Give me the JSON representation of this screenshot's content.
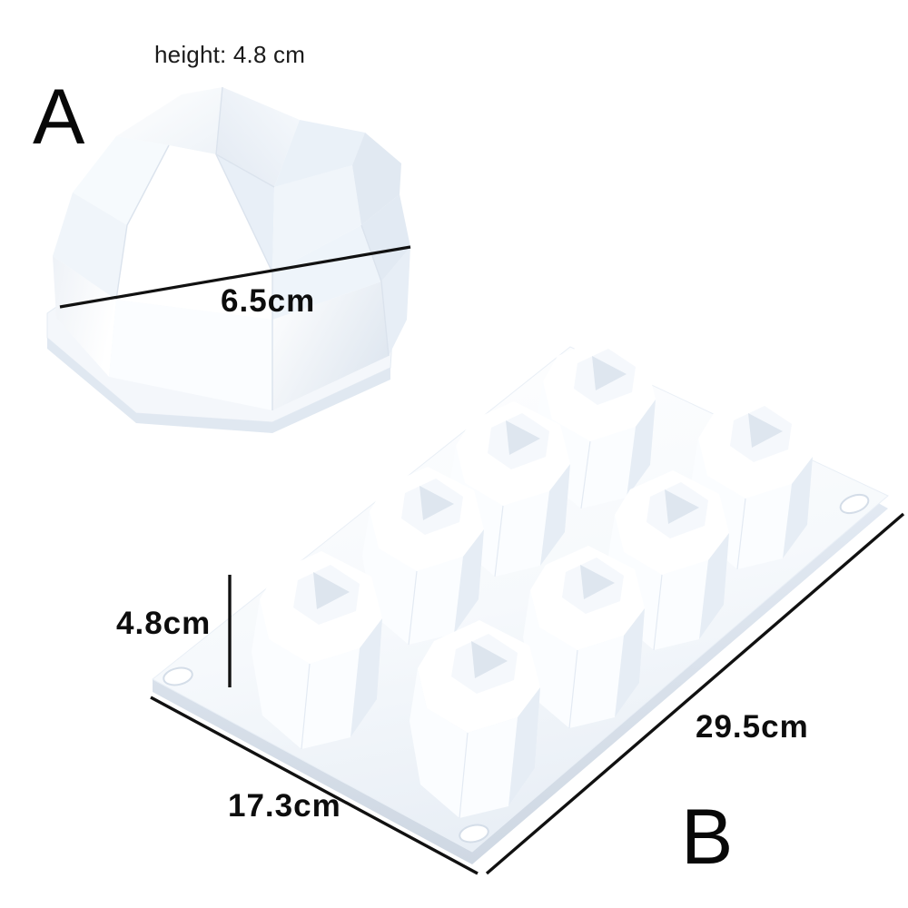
{
  "image": {
    "kind": "product-photo",
    "subject": "8-cavity faceted diamond house silicone baking mold",
    "background_color": "#ffffff"
  },
  "annotations": {
    "height_note": "height: 4.8 cm",
    "item_a_letter": "A",
    "item_b_letter": "B",
    "a_width_dim": "6.5cm",
    "b_height_dim": "4.8cm",
    "b_width_dim": "17.3cm",
    "b_length_dim": "29.5cm"
  },
  "colors": {
    "text": "#0d0d0d",
    "dimension_line": "#111111",
    "mold_white": "#ffffff",
    "mold_shadow": "#e6ebf2",
    "mold_mid": "#f2f5f9",
    "mold_deep": "#d7dfe9",
    "cavity_shadow": "#dde4ed",
    "background": "#ffffff"
  },
  "item_a": {
    "name": "single faceted diamond house mold",
    "facet_count": 14,
    "dimensions": {
      "width_cm": 6.5,
      "height_cm": 4.8
    }
  },
  "item_b": {
    "name": "silicone tray with 8 faceted house cavities",
    "cavity_count": 8,
    "rows": 4,
    "columns": 2,
    "corner_holes": 4,
    "dimensions": {
      "length_cm": 29.5,
      "width_cm": 17.3,
      "cavity_height_cm": 4.8
    }
  }
}
